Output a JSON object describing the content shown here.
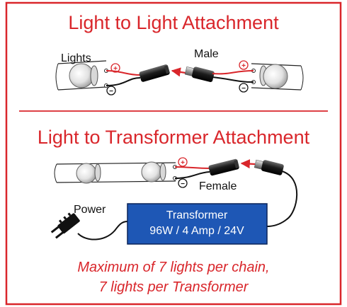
{
  "top_section": {
    "title": "Light to Light Attachment",
    "lights_label": "Lights",
    "male_label": "Male"
  },
  "bottom_section": {
    "title": "Light to Transformer Attachment",
    "female_label": "Female",
    "power_label": "Power",
    "transformer": {
      "name": "Transformer",
      "rating": "96W / 4 Amp / 24V"
    }
  },
  "terminals": {
    "positive": "+",
    "negative": "−"
  },
  "note": {
    "line1": "Maximum of 7 lights per chain,",
    "line2": "7 lights per Transformer"
  },
  "colors": {
    "accent": "#d9262b",
    "frame": "#d9262b",
    "transformer_fill": "#1e57b5",
    "wire_red": "#d9262b",
    "wire_black": "#111111"
  }
}
